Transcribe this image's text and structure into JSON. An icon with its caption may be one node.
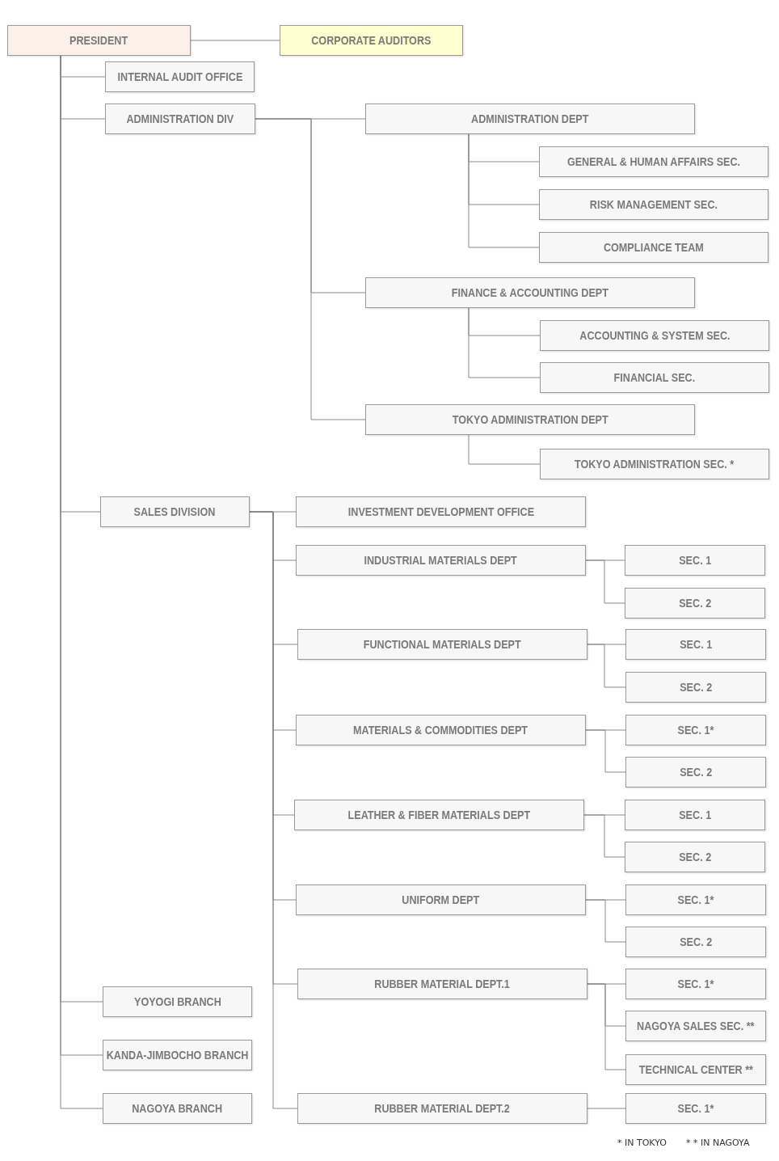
{
  "diagram": {
    "nodes": [
      {
        "text": [
          "PRESIDENT"
        ]
      },
      {
        "text": [
          "CORPORATE AUDITORS"
        ]
      },
      {
        "text": [
          "INTERNAL AUDIT OFFICE"
        ]
      },
      {
        "text": [
          "ADMINISTRATION DIV"
        ]
      },
      {
        "text": [
          "ADMINISTRATION DEPT"
        ]
      },
      {
        "text": [
          "GENERAL & HUMAN AFFAIRS SEC."
        ]
      },
      {
        "text": [
          "RISK MANAGEMENT SEC."
        ]
      },
      {
        "text": [
          "COMPLIANCE TEAM"
        ]
      },
      {
        "text": [
          "FINANCE & ACCOUNTING DEPT"
        ]
      },
      {
        "text": [
          "ACCOUNTING & SYSTEM SEC."
        ]
      },
      {
        "text": [
          "FINANCIAL SEC."
        ]
      },
      {
        "text": [
          "TOKYO ADMINISTRATION DEPT"
        ]
      },
      {
        "text": [
          "TOKYO ADMINISTRATION SEC. *"
        ]
      },
      {
        "text": [
          "SALES DIVISION"
        ]
      },
      {
        "text": [
          "INVESTMENT DEVELOPMENT OFFICE"
        ]
      },
      {
        "text": [
          "INDUSTRIAL MATERIALS DEPT"
        ]
      },
      {
        "text": [
          "SEC. 1"
        ]
      },
      {
        "text": [
          "SEC. 2"
        ]
      },
      {
        "text": [
          "FUNCTIONAL MATERIALS DEPT"
        ]
      },
      {
        "text": [
          "SEC. 1"
        ]
      },
      {
        "text": [
          "SEC. 2"
        ]
      },
      {
        "text": [
          "MATERIALS & COMMODITIES DEPT"
        ]
      },
      {
        "text": [
          "SEC. 1*"
        ]
      },
      {
        "text": [
          "SEC. 2"
        ]
      },
      {
        "text": [
          "LEATHER & FIBER MATERIALS DEPT"
        ]
      },
      {
        "text": [
          "SEC. 1"
        ]
      },
      {
        "text": [
          "SEC. 2"
        ]
      },
      {
        "text": [
          "UNIFORM DEPT"
        ]
      },
      {
        "text": [
          "SEC. 1*"
        ]
      },
      {
        "text": [
          "SEC. 2"
        ]
      },
      {
        "text": [
          "RUBBER MATERIAL DEPT.1"
        ]
      },
      {
        "text": [
          "SEC. 1*"
        ]
      },
      {
        "text": [
          "NAGOYA SALES SEC. **"
        ]
      },
      {
        "text": [
          "TECHNICAL CENTER **"
        ]
      },
      {
        "text": [
          "YOYOGI BRANCH"
        ]
      },
      {
        "text": [
          "KANDA-JIMBOCHO BRANCH"
        ]
      },
      {
        "text": [
          "NAGOYA BRANCH"
        ]
      },
      {
        "text": [
          "RUBBER MATERIAL DEPT.2"
        ]
      },
      {
        "text": [
          "SEC. 1*"
        ]
      }
    ],
    "edges": [
      {
        "from": 0,
        "to": 1,
        "arrow": "none"
      },
      {
        "from": 0,
        "to": 2,
        "arrow": "none"
      },
      {
        "from": 0,
        "to": 3,
        "arrow": "none"
      },
      {
        "from": 3,
        "to": 4,
        "arrow": "none"
      },
      {
        "from": 4,
        "to": 5,
        "arrow": "none"
      },
      {
        "from": 4,
        "to": 6,
        "arrow": "none"
      },
      {
        "from": 4,
        "to": 7,
        "arrow": "none"
      },
      {
        "from": 3,
        "to": 8,
        "arrow": "none"
      },
      {
        "from": 8,
        "to": 9,
        "arrow": "none"
      },
      {
        "from": 8,
        "to": 10,
        "arrow": "none"
      },
      {
        "from": 3,
        "to": 11,
        "arrow": "none"
      },
      {
        "from": 11,
        "to": 12,
        "arrow": "none"
      },
      {
        "from": 0,
        "to": 13,
        "arrow": "none"
      },
      {
        "from": 13,
        "to": 14,
        "arrow": "none"
      },
      {
        "from": 13,
        "to": 15,
        "arrow": "none"
      },
      {
        "from": 15,
        "to": 16,
        "arrow": "none"
      },
      {
        "from": 15,
        "to": 17,
        "arrow": "none"
      },
      {
        "from": 13,
        "to": 18,
        "arrow": "none"
      },
      {
        "from": 18,
        "to": 19,
        "arrow": "none"
      },
      {
        "from": 18,
        "to": 20,
        "arrow": "none"
      },
      {
        "from": 13,
        "to": 21,
        "arrow": "none"
      },
      {
        "from": 21,
        "to": 22,
        "arrow": "none"
      },
      {
        "from": 21,
        "to": 23,
        "arrow": "none"
      },
      {
        "from": 13,
        "to": 24,
        "arrow": "none"
      },
      {
        "from": 24,
        "to": 25,
        "arrow": "none"
      },
      {
        "from": 24,
        "to": 26,
        "arrow": "none"
      },
      {
        "from": 13,
        "to": 27,
        "arrow": "none"
      },
      {
        "from": 27,
        "to": 28,
        "arrow": "none"
      },
      {
        "from": 27,
        "to": 29,
        "arrow": "none"
      },
      {
        "from": 13,
        "to": 30,
        "arrow": "none"
      },
      {
        "from": 30,
        "to": 31,
        "arrow": "none"
      },
      {
        "from": 30,
        "to": 32,
        "arrow": "none"
      },
      {
        "from": 30,
        "to": 33,
        "arrow": "none"
      },
      {
        "from": 0,
        "to": 34,
        "arrow": "none"
      },
      {
        "from": 0,
        "to": 35,
        "arrow": "none"
      },
      {
        "from": 0,
        "to": 36,
        "arrow": "none"
      },
      {
        "from": 13,
        "to": 37,
        "arrow": "none"
      },
      {
        "from": 37,
        "to": 38,
        "arrow": "none"
      }
    ],
    "labels": [
      "* IN TOKYO",
      "* * IN NAGOYA"
    ]
  }
}
